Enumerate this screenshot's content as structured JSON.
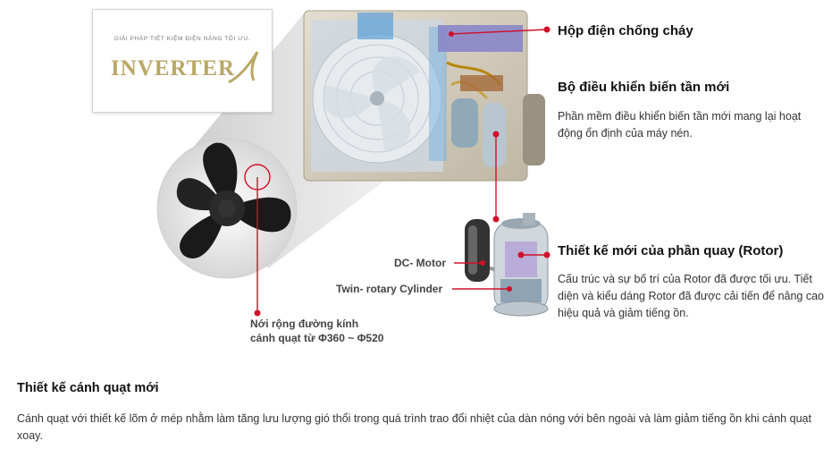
{
  "logo": {
    "tagline": "GIẢI PHÁP TIẾT KIỆM ĐIỆN NĂNG TỐI ƯU.",
    "wordmark": "INVERTER"
  },
  "callouts": {
    "fireproof": {
      "title": "Hộp điện chống cháy"
    },
    "inverter_controller": {
      "title": "Bộ điều khiển biến tần mới",
      "body": "Phần mềm điều khiển biến tần mới mang lại hoạt động ổn định của máy nén."
    },
    "rotor": {
      "title": "Thiết kế mới của phần quay (Rotor)",
      "body": "Cấu trúc và sự bố trí của Rotor đã được tối ưu. Tiết diện và kiểu dáng Rotor đã được cải tiến để nâng cao hiệu quả và giảm tiếng ồn."
    }
  },
  "labels": {
    "dc_motor": "DC- Motor",
    "twin_rotary": "Twin- rotary Cylinder",
    "fan_diameter_line1": "Nới rộng đường kính",
    "fan_diameter_line2": "cánh quạt từ Φ360 ~ Φ520"
  },
  "section": {
    "title": "Thiết kế cánh quạt mới",
    "body": "Cánh quạt với thiết kế lõm ở mép nhằm làm tăng lưu lượng gió thổi trong quá trình trao đổi nhiệt của dàn nóng với bên ngoài và làm giảm tiếng ồn khi cánh quạt xoay."
  },
  "colors": {
    "accent_red": "#d0102a",
    "logo_gold": "#b9a766"
  }
}
